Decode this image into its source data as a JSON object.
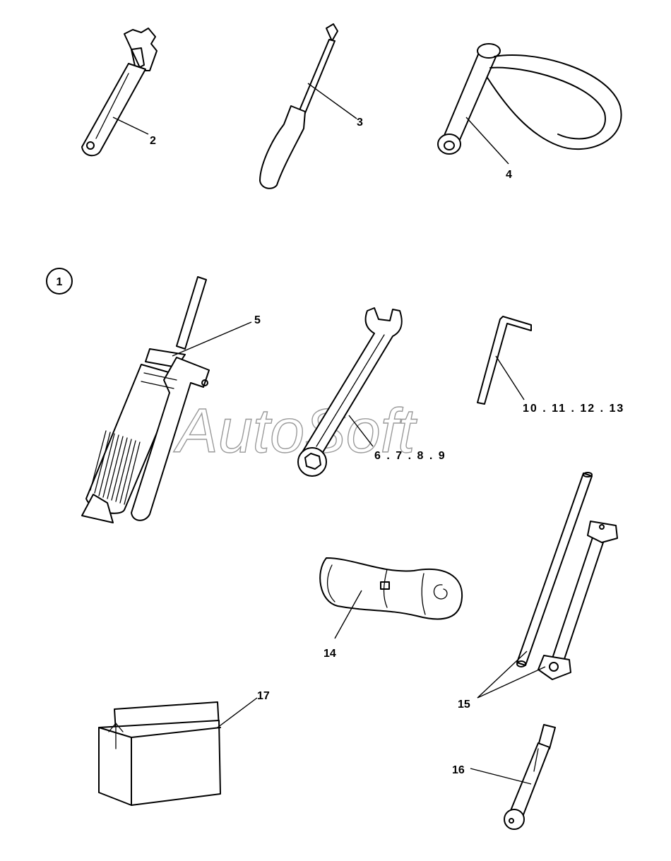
{
  "watermark": "AutoSoft",
  "main_callout": "1",
  "labels": {
    "adjustable_wrench": "2",
    "screwdriver": "3",
    "filter_strap_wrench": "4",
    "grease_gun": "5",
    "combination_wrench": "6 . 7 . 8 . 9",
    "hex_keys": "10 . 11 . 12 . 13",
    "tool_roll": "14",
    "box_spanner_set": "15",
    "spark_plug_spanner": "16",
    "tool_box": "17"
  },
  "colors": {
    "ink": "#000000",
    "watermark": "#9a9a9a",
    "background": "#ffffff"
  }
}
